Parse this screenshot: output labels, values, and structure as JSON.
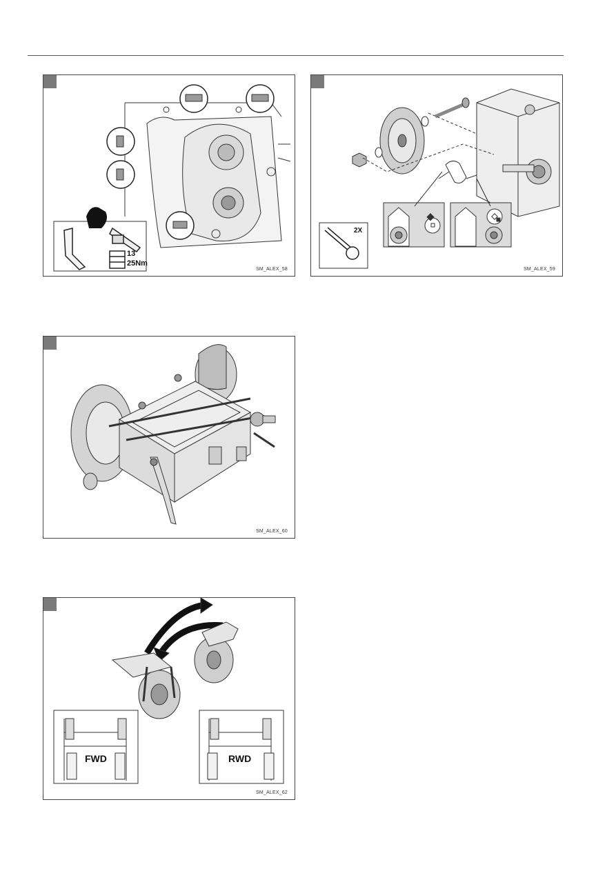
{
  "figures": [
    {
      "code": "SM_ALEX_58",
      "torque_size": "13",
      "torque_value": "25Nm"
    },
    {
      "code": "SM_ALEX_59",
      "count": "2X"
    },
    {
      "code": "SM_ALEX_60"
    },
    {
      "code": "SM_ALEX_62",
      "fwd_label": "FWD",
      "rwd_label": "RWD"
    }
  ],
  "colors": {
    "tab": "#7a7a7a",
    "border": "#444444",
    "shade": "#dcdcdc"
  }
}
